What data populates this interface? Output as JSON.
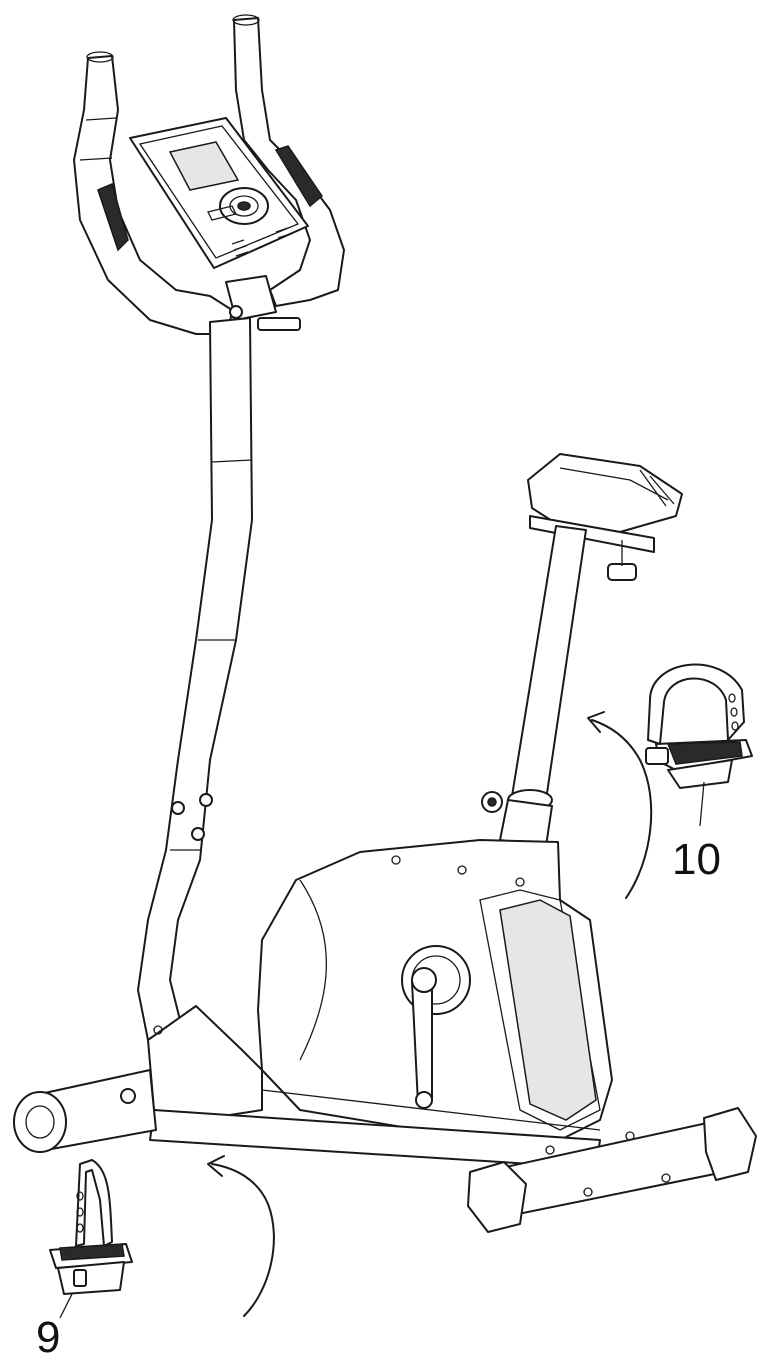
{
  "callouts": [
    {
      "id": "callout-10",
      "text": "10",
      "part": "right-pedal"
    },
    {
      "id": "callout-9",
      "text": "9",
      "part": "left-pedal"
    }
  ],
  "icons": [
    "exercise-bike",
    "right-pedal",
    "left-pedal",
    "install-arrow-right",
    "install-arrow-left"
  ]
}
